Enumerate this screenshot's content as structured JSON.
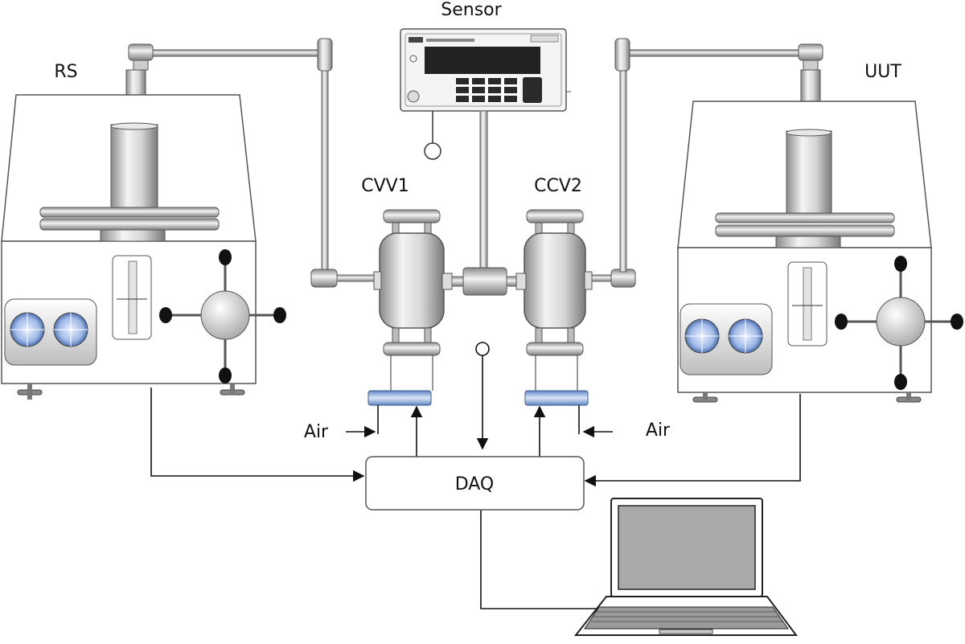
{
  "labels": {
    "sensor": "Sensor",
    "rs": "RS",
    "uut": "UUT",
    "cvv1": "CVV1",
    "ccv2": "CCV2",
    "air_left": "Air",
    "air_right": "Air",
    "daq": "DAQ"
  },
  "colors": {
    "line": "#111111",
    "machine_outline": "#555555",
    "valve_band": "#a9c1e6",
    "gauge_blue": "#2f6fd6",
    "screen": "#222222"
  },
  "icons": {
    "machine": "deadweight-tester",
    "valve": "control-valve",
    "display": "pressure-indicator",
    "computer": "laptop-icon"
  }
}
